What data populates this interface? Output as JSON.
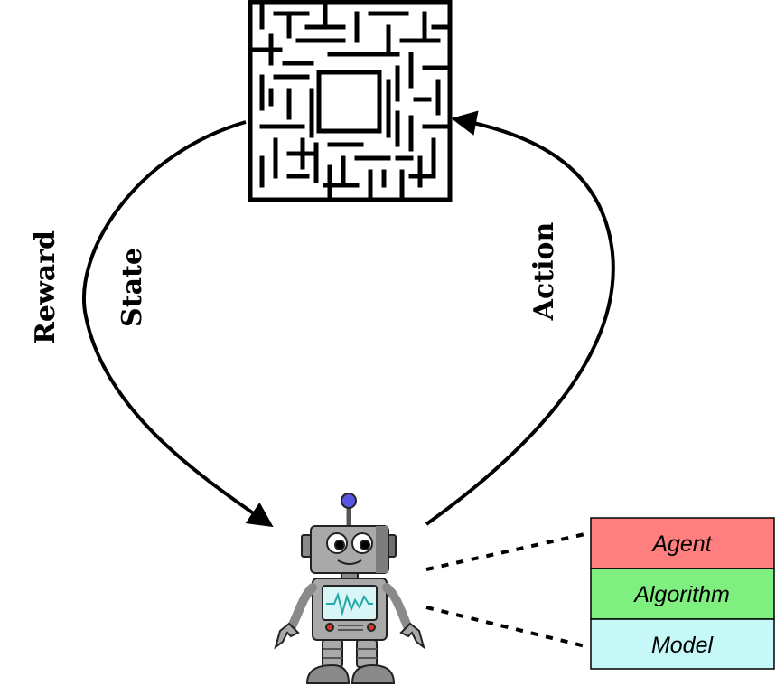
{
  "loop": {
    "reward_label": "Reward",
    "state_label": "State",
    "action_label": "Action"
  },
  "components": {
    "items": [
      {
        "label": "Agent",
        "color": "#ff7f7f"
      },
      {
        "label": "Algorithm",
        "color": "#7fef7f"
      },
      {
        "label": "Model",
        "color": "#c6f8f8"
      }
    ]
  },
  "icons": {
    "environment": "maze-icon",
    "agent": "robot-icon"
  },
  "colors": {
    "stroke": "#000000",
    "robot_body": "#a9a9a9",
    "robot_dark": "#6f6f6f",
    "antenna_ball": "#5a55e0",
    "screen": "#d8f6f6",
    "screen_wave": "#21a7a7",
    "indicator": "#e0342b"
  }
}
